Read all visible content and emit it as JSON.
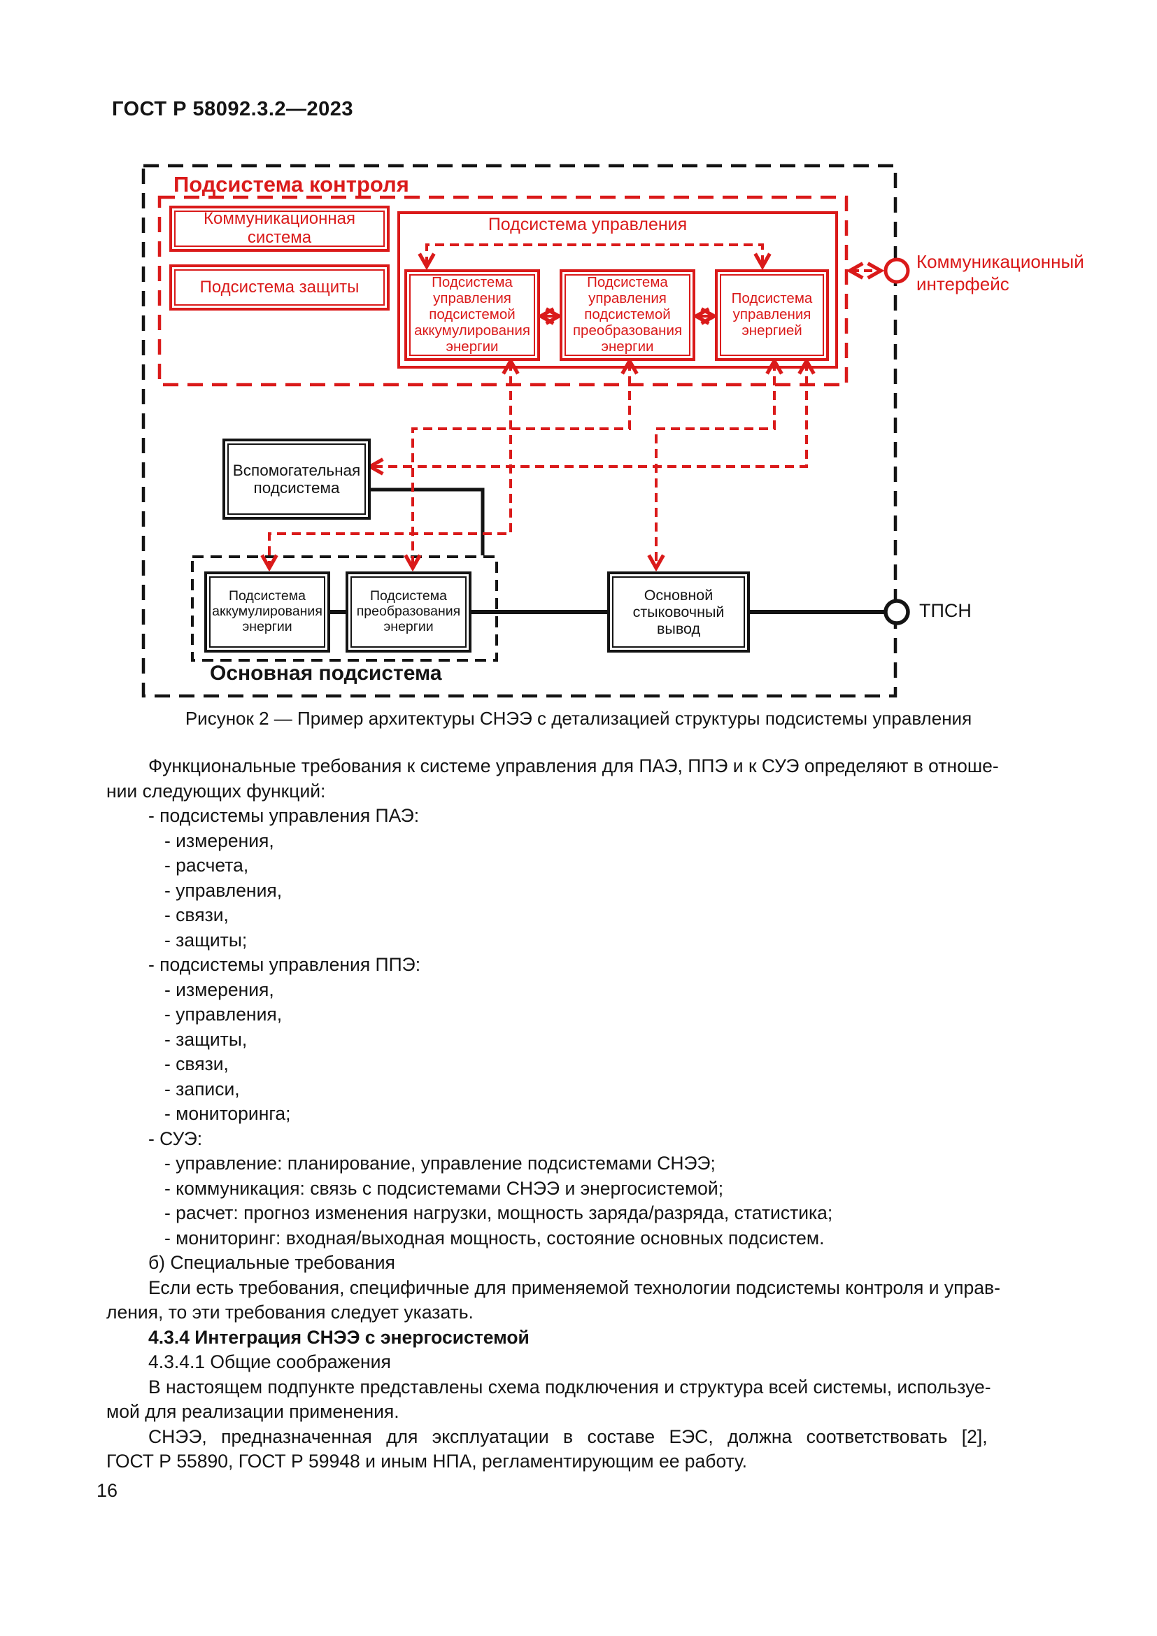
{
  "page": {
    "header": "ГОСТ Р 58092.3.2—2023",
    "number": "16"
  },
  "diagram": {
    "control_label": "Подсистема контроля",
    "comm_system": "Коммуникационная система",
    "protection": "Подсистема защиты",
    "mgmt_title": "Подсистема управления",
    "mgmt_storage": "Подсистема управления подсистемой аккумулирования энергии",
    "mgmt_conversion": "Подсистема управления подсистемой преобразования энергии",
    "mgmt_energy": "Подсистема управления энергией",
    "aux": "Вспомогательная подсистема",
    "storage": "Подсистема аккумулирования энергии",
    "conversion": "Подсистема преобразования энергии",
    "main_label": "Основная подсистема",
    "dock": "Основной стыковочный вывод",
    "comm_interface": "Коммуникационный интерфейс",
    "tpsn": "ТПСН",
    "colors": {
      "red": "#da1a1a",
      "black": "#141414"
    }
  },
  "caption": "Рисунок 2 — Пример архитектуры СНЭЭ с детализацией структуры подсистемы управления",
  "body": {
    "lines": [
      {
        "t": "Функциональные требования к системе управления для ПАЭ, ППЭ и к СУЭ определяют в отноше-"
      },
      {
        "t": "нии следующих функций:"
      },
      {
        "t": "- подсистемы управления ПАЭ:"
      },
      {
        "t": "- измерения,"
      },
      {
        "t": "- расчета,"
      },
      {
        "t": "- управления,"
      },
      {
        "t": "- связи,"
      },
      {
        "t": "- защиты;"
      },
      {
        "t": "- подсистемы управления ППЭ:"
      },
      {
        "t": "- измерения,"
      },
      {
        "t": "- управления,"
      },
      {
        "t": "- защиты,"
      },
      {
        "t": "- связи,"
      },
      {
        "t": "- записи,"
      },
      {
        "t": "- мониторинга;"
      },
      {
        "t": "- СУЭ:"
      },
      {
        "t": "- управление: планирование, управление подсистемами СНЭЭ;"
      },
      {
        "t": "- коммуникация: связь с подсистемами СНЭЭ и энергосистемой;"
      },
      {
        "t": "- расчет: прогноз изменения нагрузки, мощность заряда/разряда, статистика;"
      },
      {
        "t": "- мониторинг: входная/выходная мощность, состояние основных подсистем."
      },
      {
        "t": "б) Специальные требования"
      },
      {
        "t": "Если есть требования, специфичные для применяемой технологии подсистемы контроля и управ-"
      },
      {
        "t": "ления, то эти требования следует указать."
      },
      {
        "t": "4.3.4 Интеграция СНЭЭ с энергосистемой"
      },
      {
        "t": "4.3.4.1 Общие соображения"
      },
      {
        "t": "В настоящем подпункте представлены схема подключения и структура всей системы, используе-"
      },
      {
        "t": "мой для реализации применения."
      },
      {
        "t": "СНЭЭ, предназначенная для эксплуатации в составе ЕЭС, должна соответствовать [2],"
      },
      {
        "t": "ГОСТ Р 55890, ГОСТ Р 59948 и иным НПА, регламентирующим ее работу."
      }
    ]
  }
}
